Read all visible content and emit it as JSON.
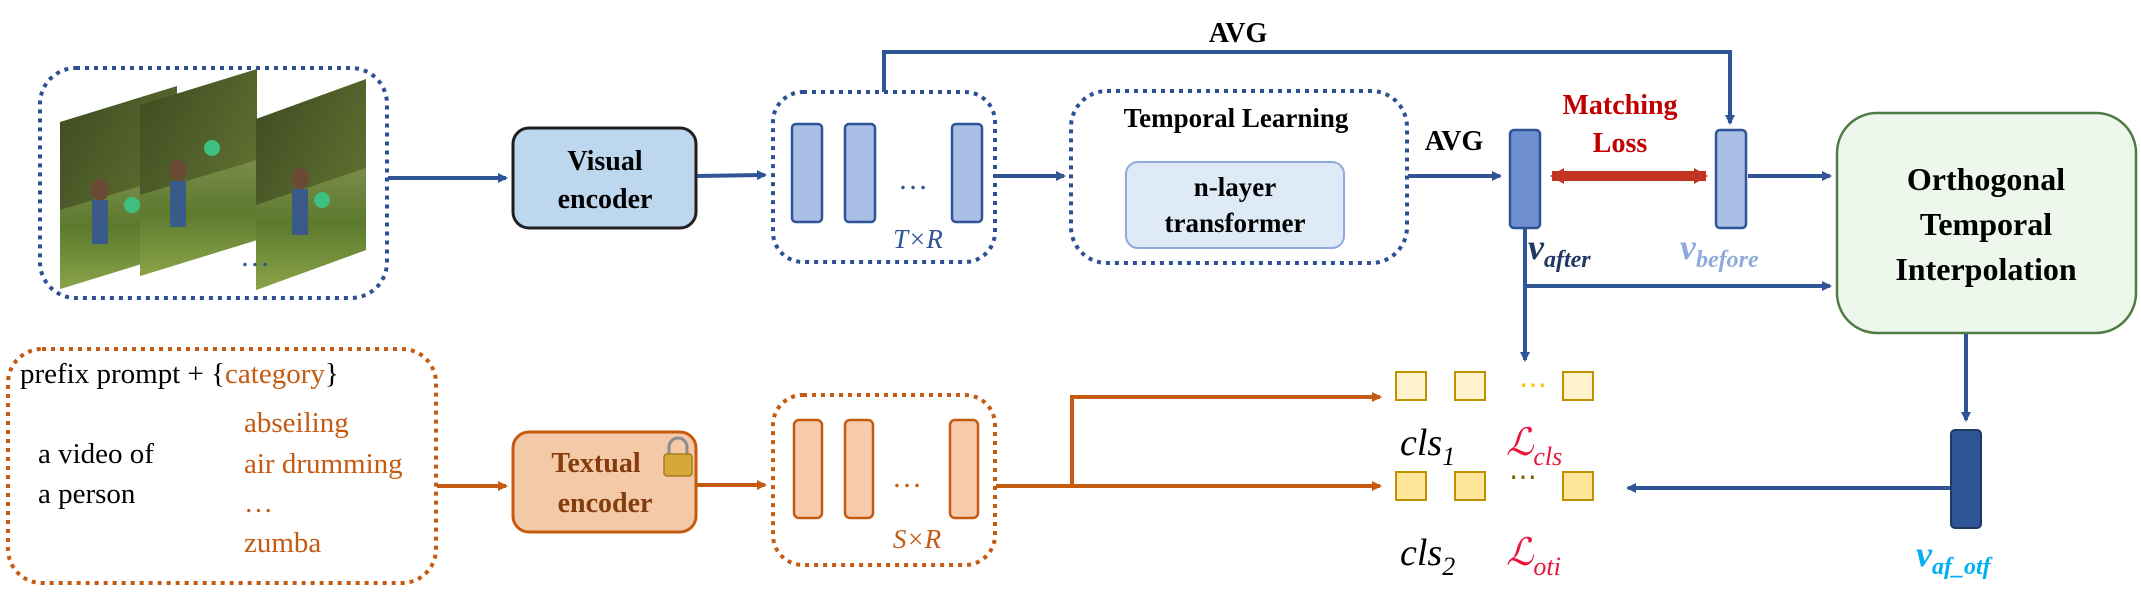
{
  "labels": {
    "avg_top": "AVG",
    "avg_mid": "AVG",
    "visual_encoder": [
      "Visual",
      "encoder"
    ],
    "temporal_learning": "Temporal Learning",
    "n_layer_transformer": [
      "n-layer",
      "transformer"
    ],
    "visual_ellipsis": "…",
    "visual_dims": "T×R",
    "matching_loss": [
      "Matching",
      "Loss"
    ],
    "v_after": {
      "base": "v",
      "sub": "after"
    },
    "v_before": {
      "base": "v",
      "sub": "before"
    },
    "oti": [
      "Orthogonal",
      "Temporal",
      "Interpolation"
    ],
    "frames_ellipsis": "…",
    "prompt_prefix": "prefix prompt + {",
    "prompt_category": "category",
    "prompt_close": "}",
    "prompt_example": [
      "a video of",
      "a person"
    ],
    "categories": [
      "abseiling",
      "air drumming",
      "…",
      "zumba"
    ],
    "textual_encoder": [
      "Textual",
      "encoder"
    ],
    "textual_dims": "S×R",
    "text_ellipsis": "…",
    "cls_dots_1": "⋯",
    "cls_dots_2": "⋯",
    "cls1": {
      "base": "cls",
      "sub": "1"
    },
    "cls2": {
      "base": "cls",
      "sub": "2"
    },
    "l_cls": {
      "base": "ℒ",
      "sub": "cls"
    },
    "l_oti": {
      "base": "ℒ",
      "sub": "oti"
    },
    "v_af_otf": {
      "base": "v",
      "sub": "af_otf"
    }
  },
  "colors": {
    "blue_dark": "#2f5597",
    "blue_dotted": "#2e4f94",
    "visual_encoder_fill": "#bdd7ee",
    "token_fill": "#a9bfe6",
    "token_stroke": "#2f5597",
    "transformer_fill": "#deebf7",
    "oti_fill": "#eef7ec",
    "oti_stroke": "#4f7b45",
    "orange": "#c55a11",
    "orange_fill": "#f4c9a8",
    "orange_token": "#f8cbad",
    "red": "#c00000",
    "loss_red": "#e8143c",
    "v_before": "#8faadc",
    "v_afotf": "#00b0f0",
    "cls_fill": "#ffe699",
    "cls_stroke": "#bf9000",
    "lock": "#d4a83a"
  },
  "icons": {
    "lock": "lock-icon",
    "video_frames": "video-frame-stack"
  }
}
